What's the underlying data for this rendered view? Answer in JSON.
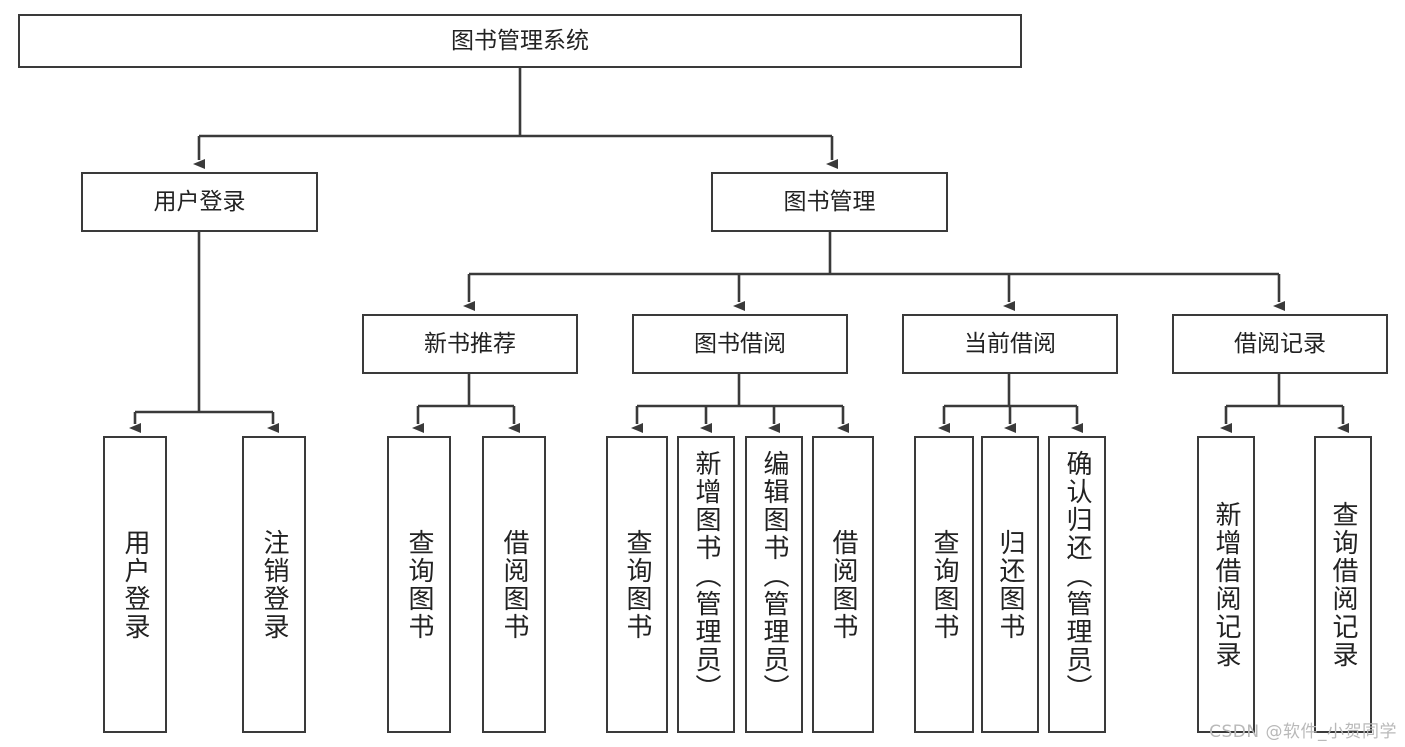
{
  "diagram": {
    "title": "图书管理系统",
    "type": "tree",
    "watermark": "CSDN @软件_小贺同学",
    "colors": {
      "node_border": "#3a3a3a",
      "node_fill": "#ffffff",
      "edge": "#3a3a3a",
      "text": "#222222",
      "watermark": "#b9b9b9"
    },
    "nodes": {
      "root": "图书管理系统",
      "level2": {
        "user_login": "用户登录",
        "book_manage": "图书管理"
      },
      "level3": {
        "new_book_rec": "新书推荐",
        "book_borrow": "图书借阅",
        "current_borrow": "当前借阅",
        "borrow_record": "借阅记录"
      },
      "leaves": {
        "user_login_1": "用户登录",
        "user_login_2": "注销登录",
        "new_book_rec_1": "查询图书",
        "new_book_rec_2": "借阅图书",
        "book_borrow_1": "查询图书",
        "book_borrow_2": "新增图书（管理员）",
        "book_borrow_3": "编辑图书（管理员）",
        "book_borrow_4": "借阅图书",
        "current_borrow_1": "查询图书",
        "current_borrow_2": "归还图书",
        "current_borrow_3": "确认归还（管理员）",
        "borrow_record_1": "新增借阅记录",
        "borrow_record_2": "查询借阅记录"
      }
    }
  }
}
